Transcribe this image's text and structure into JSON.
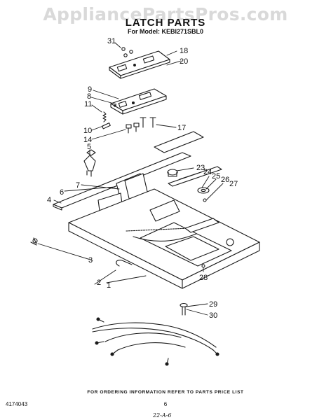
{
  "watermark": "AppliancePartsPros.com",
  "title": "LATCH PARTS",
  "model": "For Model: KEBI271SBL0",
  "callouts": {
    "c1": "1",
    "c2": "2",
    "c3": "3",
    "c4": "4",
    "c5": "5",
    "c6": "6",
    "c7": "7",
    "c8": "8",
    "c9": "9",
    "c10": "10",
    "c11": "11",
    "c14": "14",
    "c17": "17",
    "c18": "18",
    "c20": "20",
    "c23": "23",
    "c24": "24",
    "c25": "25",
    "c26": "26",
    "c27": "27",
    "c28": "28",
    "c29": "29",
    "c30": "30",
    "c31": "31"
  },
  "footer_note": "FOR ORDERING INFORMATION REFER TO PARTS PRICE LIST",
  "document_number": "4174043",
  "page_number": "6",
  "date_mark": "22-A-6"
}
